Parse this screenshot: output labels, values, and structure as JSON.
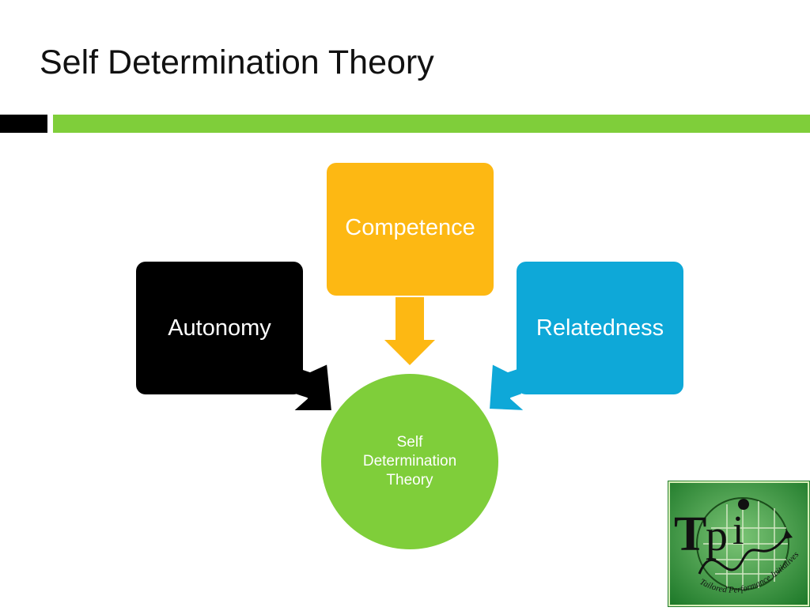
{
  "slide": {
    "title": "Self Determination Theory"
  },
  "diagram": {
    "top_box": "Competence",
    "left_box": "Autonomy",
    "right_box": "Relatedness",
    "center_lines": [
      "Self",
      "Determination",
      "Theory"
    ]
  },
  "colors": {
    "green": "#7fce3a",
    "orange": "#fdb813",
    "blue": "#0ea8d8",
    "black": "#000000",
    "logo_green": "#2f8f2f"
  },
  "logo": {
    "brand": "Tpi",
    "tagline": "Tailored Performance Initiatives"
  }
}
